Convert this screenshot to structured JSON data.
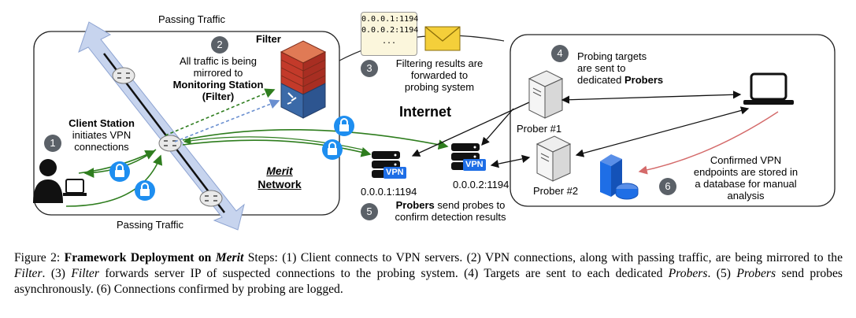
{
  "labels": {
    "passing_traffic_top": "Passing Traffic",
    "passing_traffic_bottom": "Passing Traffic",
    "filter": "Filter",
    "mirror_line1": "All traffic is being",
    "mirror_line2": "mirrored to",
    "mirror_line3": "Monitoring Station",
    "mirror_line4": "(Filter)",
    "client_line1": "Client Station",
    "client_line2": "initiates VPN",
    "client_line3": "connections",
    "merit_line1": "Merit",
    "merit_line2": "Network",
    "internet": "Internet",
    "filter_results_line1": "Filtering results are",
    "filter_results_line2": "forwarded to",
    "filter_results_line3": "probing system",
    "probing_targets_line1": "Probing targets",
    "probing_targets_line2": "are sent to",
    "probing_targets_line3_pre": "dedicated ",
    "probing_targets_line3_bold": "Probers",
    "prober1": "Prober #1",
    "prober2": "Prober #2",
    "vpn_badge": "VPN",
    "vpn_server1": "0.0.0.1:1194",
    "vpn_server2": "0.0.0.2:1194",
    "probers_line1_bold": "Probers",
    "probers_line1_rest": " send probes to",
    "probers_line2": "confirm detection results",
    "confirmed_line1": "Confirmed VPN",
    "confirmed_line2": "endpoints are stored in",
    "confirmed_line3": "a database for manual",
    "confirmed_line4": "analysis"
  },
  "note": {
    "line1": "0.0.0.1:1194",
    "line2": "0.0.0.2:1194",
    "line3": "..."
  },
  "steps": {
    "s1": "1",
    "s2": "2",
    "s3": "3",
    "s4": "4",
    "s5": "5",
    "s6": "6"
  },
  "caption": {
    "prefix": "Figure 2: ",
    "title_bold": "Framework Deployment on ",
    "title_italic": "Merit",
    "text1": " Steps: (1) Client connects to VPN servers. (2) VPN connections, along with passing traffic, are being mirrored to the ",
    "filter_italic_1": "Filter",
    "text2": ". (3) ",
    "filter_italic_2": "Filter",
    "text3": " forwards server IP of suspected connections to the probing system. (4) Targets are sent to each dedicated ",
    "probers_italic_1": "Probers",
    "text4": ". (5) ",
    "probers_italic_2": "Probers",
    "text5": " send probes asynchronously. (6) Connections confirmed by probing are logged."
  },
  "colors": {
    "arrow_green": "#2e7d1e",
    "mirror_green": "#2e7d1e",
    "mirror_blue": "#6a8fd0",
    "lock_blue": "#1e8ef0",
    "highway_fill": "#c7d4ee",
    "database_red": "#d46a6a",
    "vpn_blue": "#1e6ee6",
    "step_gray": "#5b6168",
    "firewall_red": "#c33a2a",
    "firewall_blue": "#3b6aa8"
  }
}
